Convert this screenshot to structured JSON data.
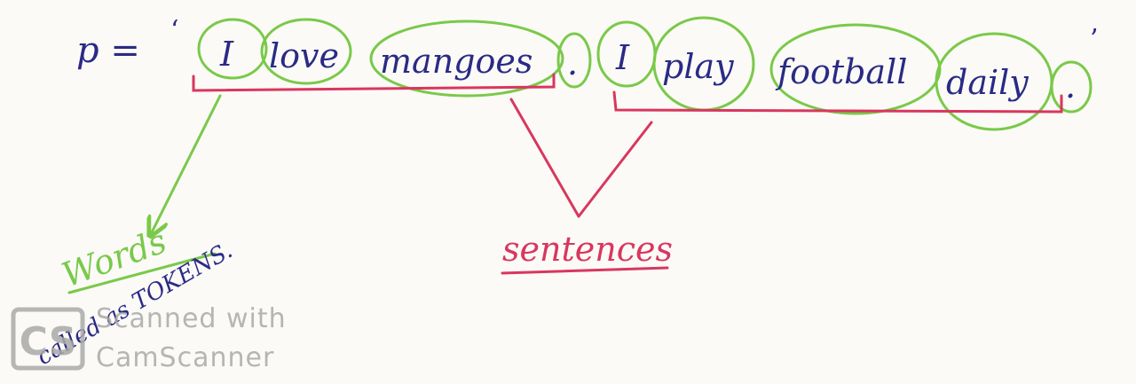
{
  "colors": {
    "ink_blue": "#2a2a86",
    "ink_green": "#7ac94a",
    "ink_red": "#d9365e",
    "paper": "#fbfaf6",
    "watermark": "#a9a9a9"
  },
  "paragraph": {
    "label": "p =",
    "open_quote": "‘",
    "close_quote": "’",
    "words": [
      "I",
      "love",
      "mangoes",
      ".",
      "I",
      "play",
      "football",
      "daily",
      "."
    ]
  },
  "annotations": {
    "words_label": "Words",
    "tokens_note": "called as TOKENS.",
    "sentences_label": "sentences"
  },
  "watermark": {
    "logo_text": "CS",
    "line1": "Scanned with",
    "line2": "CamScanner"
  }
}
